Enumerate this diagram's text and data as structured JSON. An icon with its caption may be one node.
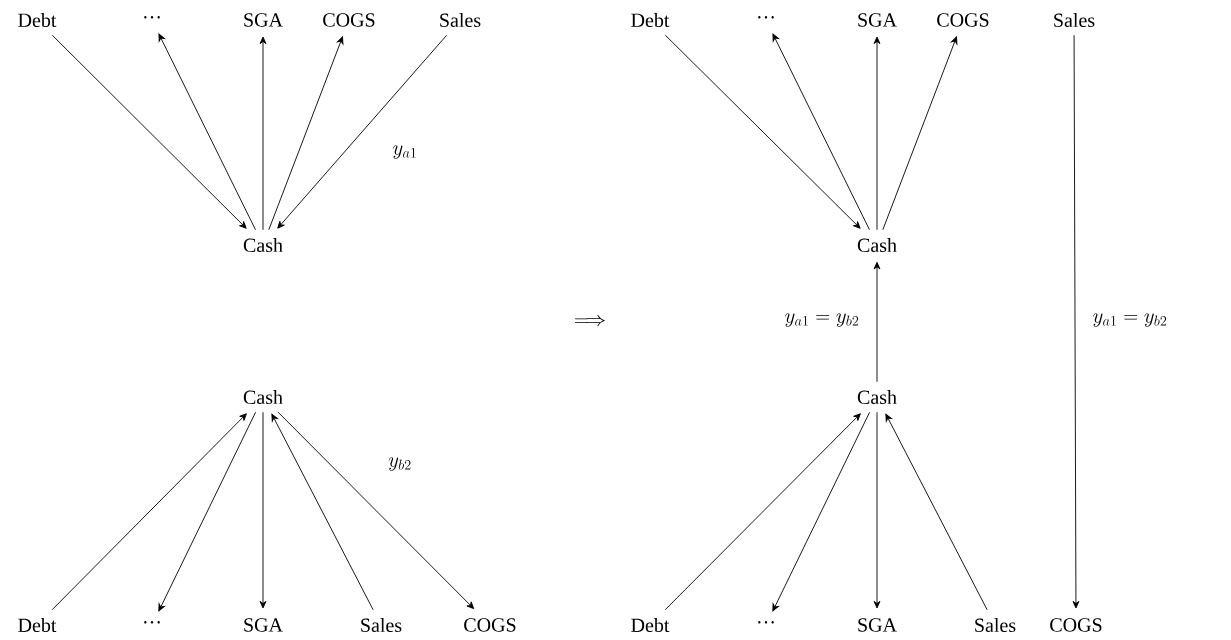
{
  "diagram": {
    "nodes": [
      {
        "text": [
          "Debt"
        ]
      },
      {
        "text": [
          "···"
        ]
      },
      {
        "text": [
          "SGA"
        ]
      },
      {
        "text": [
          "COGS"
        ]
      },
      {
        "text": [
          "Sales"
        ]
      },
      {
        "text": [
          "Cash"
        ]
      },
      {
        "text": [
          "Cash"
        ]
      },
      {
        "text": [
          "Debt"
        ]
      },
      {
        "text": [
          "···"
        ]
      },
      {
        "text": [
          "SGA"
        ]
      },
      {
        "text": [
          "Sales"
        ]
      },
      {
        "text": [
          "COGS"
        ]
      },
      {
        "text": [
          "Debt"
        ]
      },
      {
        "text": [
          "···"
        ]
      },
      {
        "text": [
          "SGA"
        ]
      },
      {
        "text": [
          "COGS"
        ]
      },
      {
        "text": [
          "Sales"
        ]
      },
      {
        "text": [
          "Cash"
        ]
      },
      {
        "text": [
          "Cash"
        ]
      },
      {
        "text": [
          "Debt"
        ]
      },
      {
        "text": [
          "···"
        ]
      },
      {
        "text": [
          "SGA"
        ]
      },
      {
        "text": [
          "Sales"
        ]
      },
      {
        "text": [
          "COGS"
        ]
      }
    ],
    "edges": [
      {
        "from": 0,
        "to": 5,
        "arrow": "to"
      },
      {
        "from": 5,
        "to": 1,
        "arrow": "to"
      },
      {
        "from": 5,
        "to": 2,
        "arrow": "to"
      },
      {
        "from": 5,
        "to": 3,
        "arrow": "to"
      },
      {
        "from": 4,
        "to": 5,
        "arrow": "to",
        "label": "y_{a1}"
      },
      {
        "from": 7,
        "to": 6,
        "arrow": "to"
      },
      {
        "from": 6,
        "to": 8,
        "arrow": "to"
      },
      {
        "from": 6,
        "to": 9,
        "arrow": "to"
      },
      {
        "from": 10,
        "to": 6,
        "arrow": "to"
      },
      {
        "from": 6,
        "to": 11,
        "arrow": "to",
        "label": "y_{b2}"
      },
      {
        "from": 12,
        "to": 17,
        "arrow": "to"
      },
      {
        "from": 17,
        "to": 13,
        "arrow": "to"
      },
      {
        "from": 17,
        "to": 14,
        "arrow": "to"
      },
      {
        "from": 17,
        "to": 15,
        "arrow": "to"
      },
      {
        "from": 16,
        "to": 23,
        "arrow": "to",
        "label": "y_{a1} = y_{b2}"
      },
      {
        "from": 18,
        "to": 17,
        "arrow": "to",
        "label": "y_{a1} = y_{b2}"
      },
      {
        "from": 19,
        "to": 18,
        "arrow": "to"
      },
      {
        "from": 18,
        "to": 20,
        "arrow": "to"
      },
      {
        "from": 18,
        "to": 21,
        "arrow": "to"
      },
      {
        "from": 22,
        "to": 18,
        "arrow": "to"
      }
    ],
    "labels": [
      "\\Longrightarrow"
    ]
  }
}
